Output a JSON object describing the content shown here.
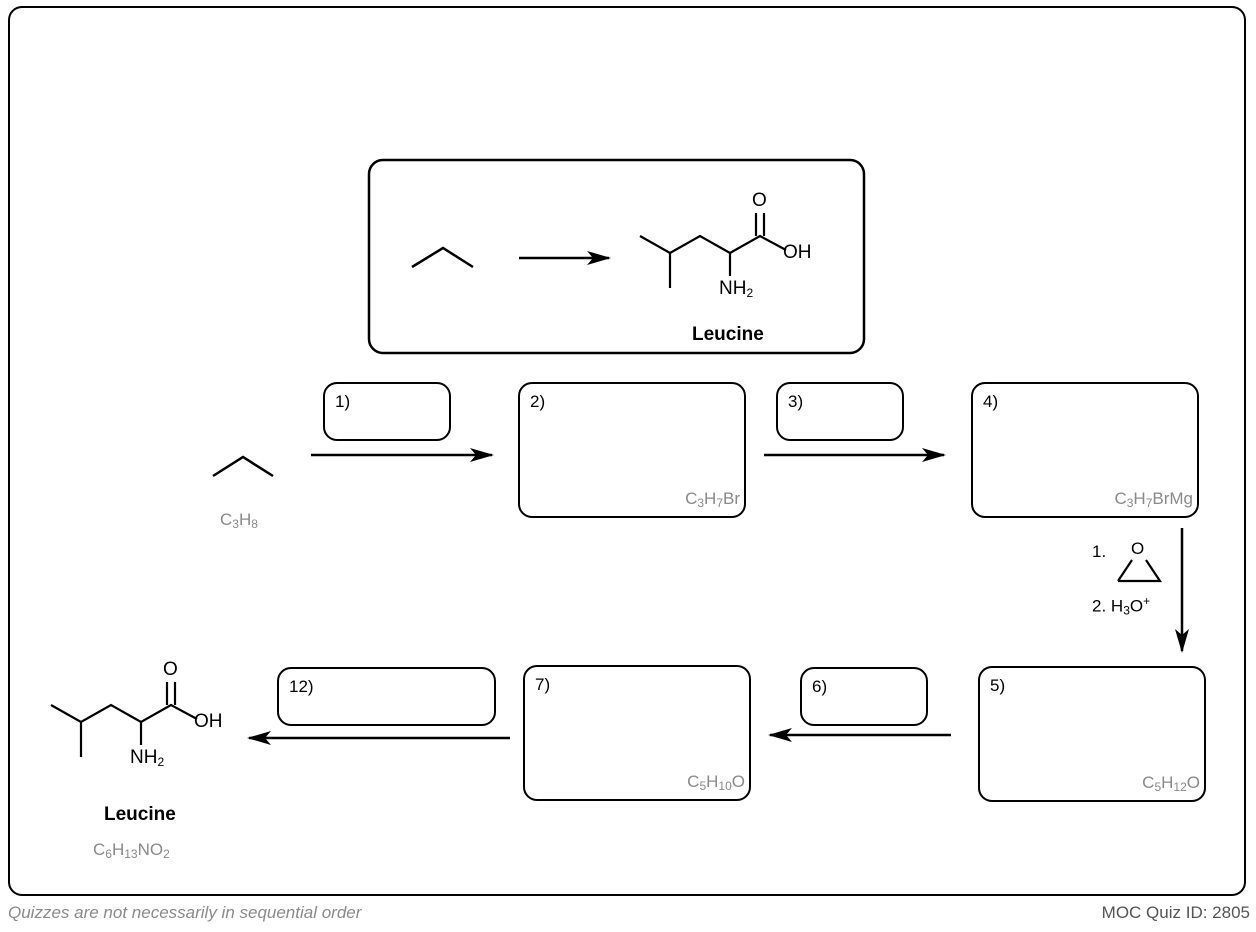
{
  "problem": {
    "product_label": "Leucine",
    "substituents": {
      "carbonyl_o": "O",
      "hydroxyl": "OH",
      "amine": "NH",
      "amine_sub": "2"
    }
  },
  "start": {
    "formula": {
      "c": "C",
      "c_n": "3",
      "h": "H",
      "h_n": "8"
    }
  },
  "steps": {
    "s1": {
      "num": "1)"
    },
    "s2": {
      "num": "2)",
      "formula": {
        "c": "C",
        "c_n": "3",
        "h": "H",
        "h_n": "7",
        "rest": "Br"
      }
    },
    "s3": {
      "num": "3)"
    },
    "s4": {
      "num": "4)",
      "formula": {
        "c": "C",
        "c_n": "3",
        "h": "H",
        "h_n": "7",
        "rest": "BrMg"
      }
    },
    "s5": {
      "num": "5)",
      "formula": {
        "c": "C",
        "c_n": "5",
        "h": "H",
        "h_n": "12",
        "rest": "O"
      }
    },
    "s6": {
      "num": "6)"
    },
    "s7": {
      "num": "7)",
      "formula": {
        "c": "C",
        "c_n": "5",
        "h": "H",
        "h_n": "10",
        "rest": "O"
      }
    },
    "s12": {
      "num": "12)"
    }
  },
  "reagents_4_to_5": {
    "line1": "1.",
    "epoxide_o": "O",
    "line2_prefix": "2. H",
    "line2_sub": "3",
    "line2_rest": "O",
    "line2_sup": "+"
  },
  "final_product": {
    "label": "Leucine",
    "formula": {
      "c": "C",
      "c_n": "6",
      "h": "H",
      "h_n": "13",
      "n": "NO",
      "o_n": "2"
    },
    "substituents": {
      "carbonyl_o": "O",
      "hydroxyl": "OH",
      "amine": "NH",
      "amine_sub": "2"
    }
  },
  "footer": {
    "left": "Quizzes are not necessarily in sequential order",
    "right": "MOC Quiz ID: 2805"
  }
}
